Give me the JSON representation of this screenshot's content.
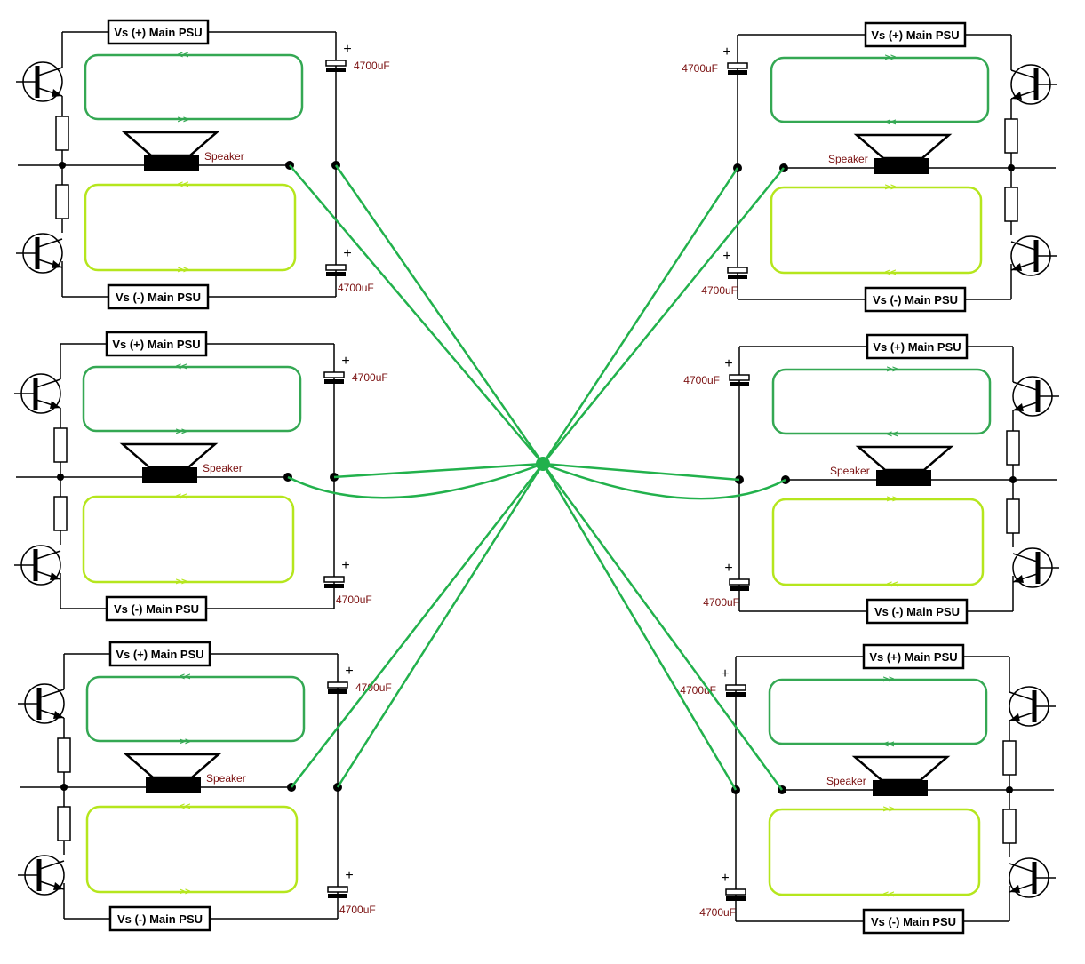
{
  "labels": {
    "psu_pos": "Vs (+) Main PSU",
    "psu_neg": "Vs (-) Main PSU",
    "capacitor": "4700uF",
    "speaker": "Speaker",
    "plus": "+",
    "arrow_left": "<<",
    "arrow_right": ">>"
  },
  "colors": {
    "loop_top": "#34a853",
    "loop_bottom": "#b5e61d",
    "ground_wire": "#22b14c",
    "label_text": "#7a1010"
  },
  "star_ground": {
    "label": ""
  }
}
